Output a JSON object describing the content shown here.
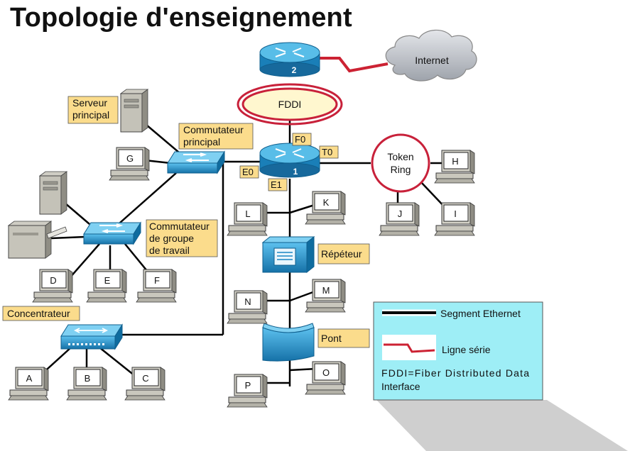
{
  "title": "Topologie d'enseignement",
  "colors": {
    "label_fill": "#fbdc8c",
    "cable": "#000000",
    "serial": "#cc2233",
    "device_blue": "#1a86c4",
    "legend_fill": "#9eeef6",
    "fddi_ring": "#c8213a",
    "fddi_fill": "#fff7cf"
  },
  "cloud": {
    "label": "Internet",
    "icon": "cloud-icon"
  },
  "fddi": {
    "label": "FDDI"
  },
  "token_ring": {
    "label_line1": "Token",
    "label_line2": "Ring"
  },
  "routers": {
    "top_number": "2",
    "main_number": "1",
    "icon": "router-icon"
  },
  "interfaces": {
    "f0": "F0",
    "t0": "T0",
    "e0": "E0",
    "e1": "E1"
  },
  "labels": {
    "server_l1": "Serveur",
    "server_l2": "principal",
    "main_switch_l1": "Commutateur",
    "main_switch_l2": "principal",
    "wg_switch_l1": "Commutateur",
    "wg_switch_l2": "de groupe",
    "wg_switch_l3": "de travail",
    "hub": "Concentrateur",
    "repeater": "Répéteur",
    "bridge": "Pont"
  },
  "workstations": [
    "G",
    "H",
    "K",
    "L",
    "J",
    "I",
    "D",
    "E",
    "F",
    "N",
    "M",
    "A",
    "B",
    "C",
    "P",
    "O"
  ],
  "legend": {
    "ethernet": "Segment Ethernet",
    "serial": "Ligne série",
    "note_l1": "FDDI=Fiber Distributed Data",
    "note_l2": "Interface"
  }
}
